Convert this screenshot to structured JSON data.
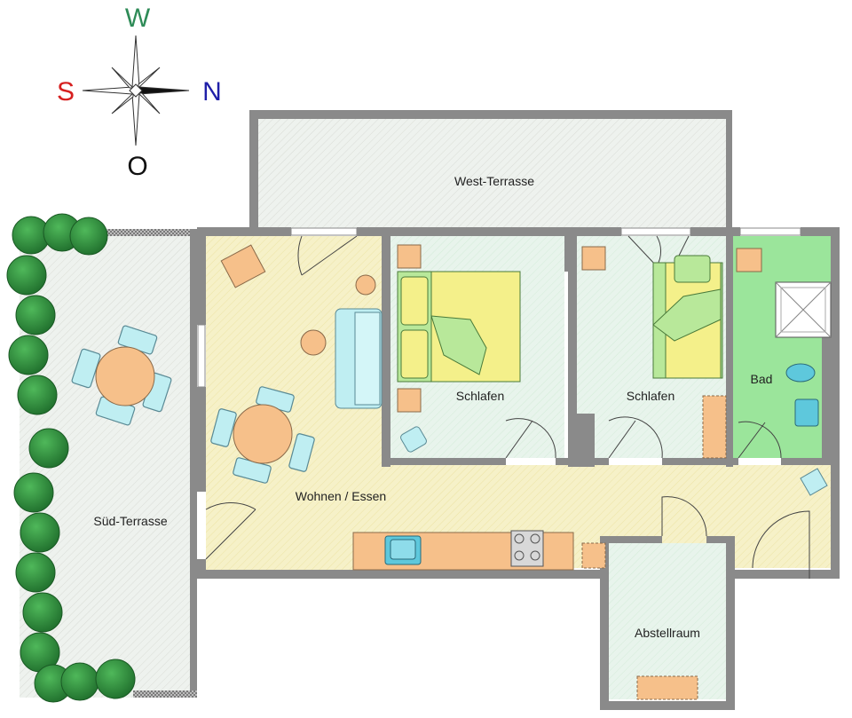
{
  "compass": {
    "top": "W",
    "left": "S",
    "right": "N",
    "bottom": "O",
    "colors": {
      "top": "#2e8b57",
      "left": "#d62020",
      "right": "#1f1fa8",
      "bottom": "#111111"
    }
  },
  "rooms": {
    "west_terrace": "West-Terrasse",
    "bedroom1": "Schlafen",
    "bedroom2": "Schlafen",
    "bath": "Bad",
    "living": "Wohnen / Essen",
    "south_terrace": "Süd-Terrasse",
    "storage": "Abstellraum"
  },
  "colors": {
    "wall": "#8a8a8a",
    "terrace_floor": "#eef2ee",
    "living_floor": "#f6f1c8",
    "bedroom_floor": "#e8f4ec",
    "bath_floor": "#9be59b",
    "furniture_orange": "#f6c08a",
    "furniture_blue": "#bfeef2",
    "bed_yellow": "#f4f08a",
    "bed_green": "#b8e89a",
    "tree": "#2a8a3a"
  }
}
